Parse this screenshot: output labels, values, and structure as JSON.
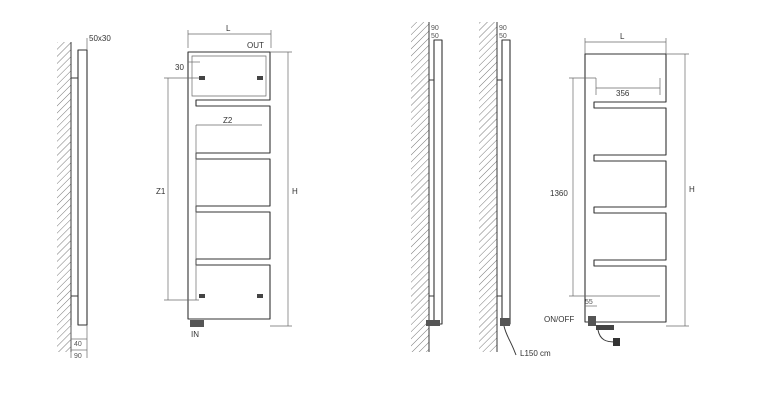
{
  "views": {
    "left_side": {
      "pipe_size": "50x30",
      "depth_bottom": "40",
      "depth_total": "90"
    },
    "left_front": {
      "width": "L",
      "height": "H",
      "center_height": "Z1",
      "center_width": "Z2",
      "top_offset": "30",
      "outlet": "OUT",
      "inlet": "IN"
    },
    "right_side_a": {
      "depth_top": "90",
      "depth_inner": "50"
    },
    "right_side_b": {
      "depth_top": "90",
      "depth_inner": "50",
      "cable": "L150 cm"
    },
    "right_front": {
      "width": "L",
      "height": "H",
      "inner_width": "356",
      "inner_height": "1360",
      "switch_offset": "55",
      "switch_label": "ON/OFF"
    }
  }
}
